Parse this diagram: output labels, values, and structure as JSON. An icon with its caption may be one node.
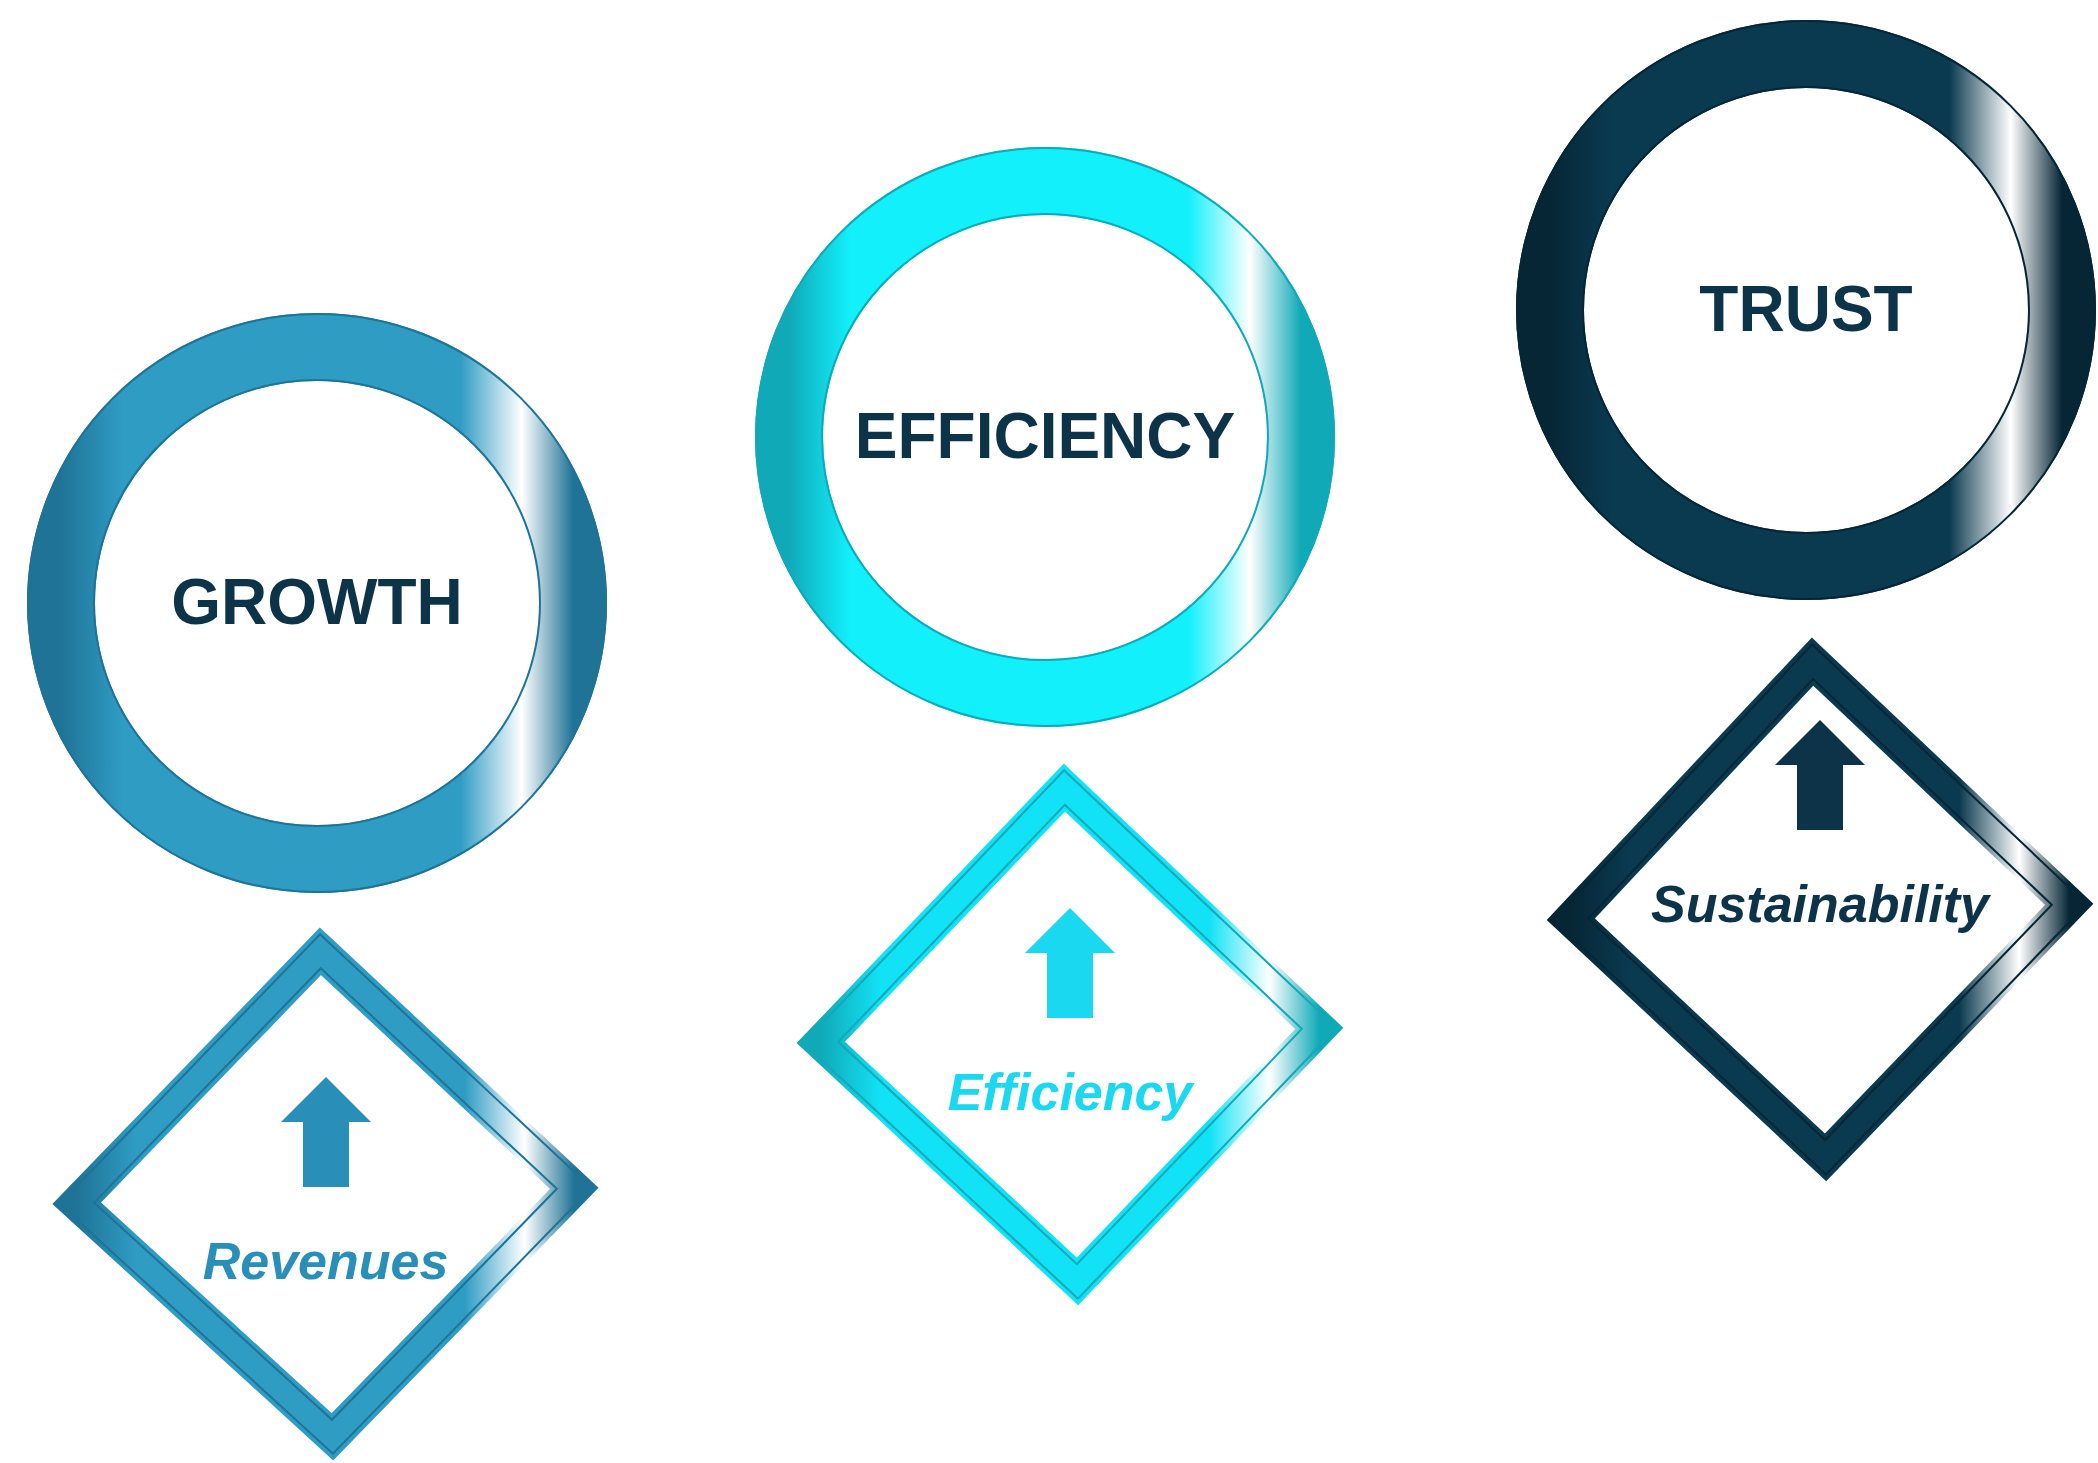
{
  "diagram": {
    "nodes": [
      {
        "text": [
          "GROWTH"
        ]
      },
      {
        "text": [
          "EFFICIENCY"
        ]
      },
      {
        "text": [
          "TRUST"
        ]
      },
      {
        "text": [
          "Revenues"
        ]
      },
      {
        "text": [
          "Efficiency"
        ]
      },
      {
        "text": [
          "Sustainability"
        ]
      }
    ]
  }
}
